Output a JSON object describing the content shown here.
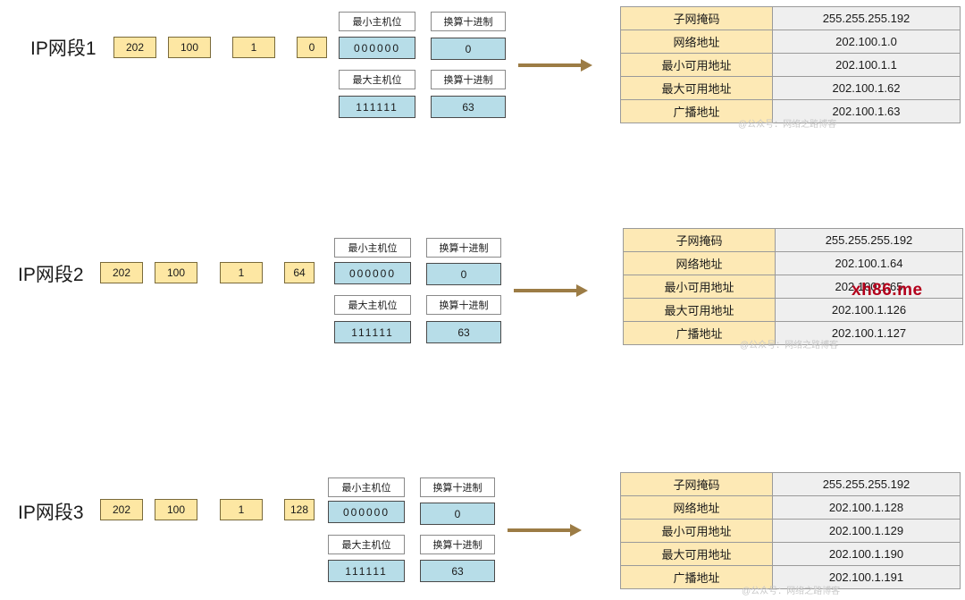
{
  "labels": {
    "min_host": "最小主机位",
    "max_host": "最大主机位",
    "to_decimal": "换算十进制"
  },
  "segments": [
    {
      "title": "IP网段1",
      "octets": [
        "202",
        "100",
        "1",
        "0"
      ],
      "min_bits": "000000",
      "min_dec": "0",
      "max_bits": "111111",
      "max_dec": "63",
      "table": [
        {
          "key": "子网掩码",
          "value": "255.255.255.192"
        },
        {
          "key": "网络地址",
          "value": "202.100.1.0"
        },
        {
          "key": "最小可用地址",
          "value": "202.100.1.1"
        },
        {
          "key": "最大可用地址",
          "value": "202.100.1.62"
        },
        {
          "key": "广播地址",
          "value": "202.100.1.63"
        }
      ],
      "watermark": "@公众号：网络之路博客"
    },
    {
      "title": "IP网段2",
      "octets": [
        "202",
        "100",
        "1",
        "64"
      ],
      "min_bits": "000000",
      "min_dec": "0",
      "max_bits": "111111",
      "max_dec": "63",
      "table": [
        {
          "key": "子网掩码",
          "value": "255.255.255.192"
        },
        {
          "key": "网络地址",
          "value": "202.100.1.64"
        },
        {
          "key": "最小可用地址",
          "value": "202.100.1.65"
        },
        {
          "key": "最大可用地址",
          "value": "202.100.1.126"
        },
        {
          "key": "广播地址",
          "value": "202.100.1.127"
        }
      ],
      "watermark": "@公众号：网络之路博客"
    },
    {
      "title": "IP网段3",
      "octets": [
        "202",
        "100",
        "1",
        "128"
      ],
      "min_bits": "000000",
      "min_dec": "0",
      "max_bits": "111111",
      "max_dec": "63",
      "table": [
        {
          "key": "子网掩码",
          "value": "255.255.255.192"
        },
        {
          "key": "网络地址",
          "value": "202.100.1.128"
        },
        {
          "key": "最小可用地址",
          "value": "202.100.1.129"
        },
        {
          "key": "最大可用地址",
          "value": "202.100.1.190"
        },
        {
          "key": "广播地址",
          "value": "202.100.1.191"
        }
      ],
      "watermark": "@公众号：网络之路博客"
    }
  ],
  "site_watermark": "xh86.me",
  "colors": {
    "octet_fill": "#fde7a3",
    "binary_fill": "#b7dde8",
    "table_key_fill": "#fde9b5",
    "table_value_fill": "#efefef",
    "arrow": "#9c7c45",
    "site_watermark": "#b3001b"
  }
}
